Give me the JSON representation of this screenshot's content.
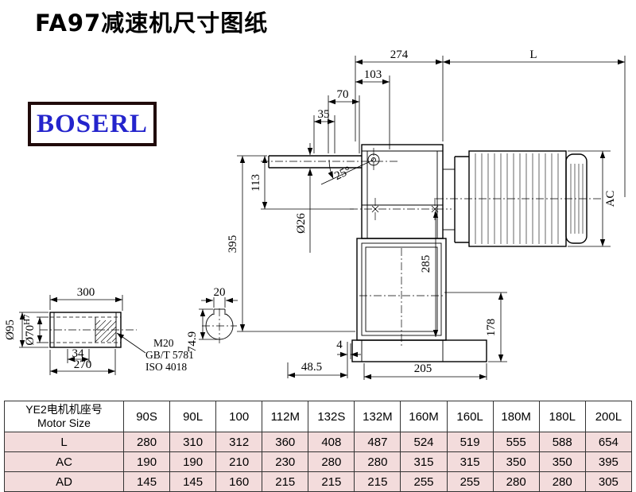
{
  "page": {
    "title": "FA97减速机尺寸图纸"
  },
  "brand": {
    "name": "BOSERL"
  },
  "colors": {
    "brand_text": "#2424cc",
    "brand_border": "#200a0a",
    "table_row_bg": "#f3dcdc",
    "line": "#000000"
  },
  "drawing": {
    "dims": {
      "d274": "274",
      "L": "L",
      "d103": "103",
      "d70": "70",
      "d35": "35",
      "angle": "25°",
      "d395": "395",
      "d113": "113",
      "dia26": "Ø26",
      "d285": "285",
      "AC": "AC",
      "d178": "178",
      "d4": "4",
      "d48_5": "48.5",
      "d205": "205",
      "d300": "300",
      "dia95": "Ø95",
      "dia70": "Ø70",
      "tol70": "H7",
      "d34": "34",
      "d270": "270",
      "d74_9": "74.9",
      "d20": "20",
      "thread": "M20",
      "std1": "GB/T 5781",
      "std2": "ISO 4018"
    }
  },
  "table": {
    "corner_line1": "YE2电机机座号",
    "corner_line2": "Motor Size",
    "sizes": [
      "90S",
      "90L",
      "100",
      "112M",
      "132S",
      "132M",
      "160M",
      "160L",
      "180M",
      "180L",
      "200L"
    ],
    "rows": [
      {
        "label": "L",
        "values": [
          "280",
          "310",
          "312",
          "360",
          "408",
          "487",
          "524",
          "519",
          "555",
          "588",
          "654"
        ]
      },
      {
        "label": "AC",
        "values": [
          "190",
          "190",
          "210",
          "230",
          "280",
          "280",
          "315",
          "315",
          "350",
          "350",
          "395"
        ]
      },
      {
        "label": "AD",
        "values": [
          "145",
          "145",
          "160",
          "215",
          "215",
          "215",
          "255",
          "255",
          "280",
          "280",
          "305"
        ]
      }
    ]
  }
}
